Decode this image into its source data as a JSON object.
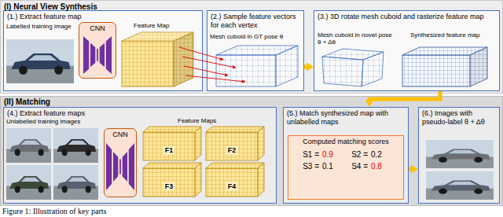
{
  "diagram": {
    "caption": "Figure 1: Illustration of key parts",
    "nodes": [
      {
        "text": [
          "(I) Neural View Synthesis"
        ]
      },
      {
        "text": [
          "(1.) Extract feature map"
        ],
        "in": 0
      },
      {
        "text": [
          "CNN"
        ],
        "in": 1
      },
      {
        "text": [
          "(2.) Sample feature vectors for each vertex"
        ],
        "in": 0
      },
      {
        "text": [
          "(3.) 3D rotate mesh cuboid and rasterize feature map"
        ],
        "in": 0
      },
      {
        "text": [
          "(II) Matching"
        ]
      },
      {
        "text": [
          "(4.) Extract feature maps"
        ],
        "in": 5
      },
      {
        "text": [
          "CNN"
        ],
        "in": 6
      },
      {
        "text": [
          "(5.) Match synthesized map with unlabelled maps"
        ],
        "in": 5
      },
      {
        "text": [
          "Computed matching scores",
          "S1 =",
          "0.9",
          "S2 =",
          "0.2",
          "S3 =",
          "0.1",
          "S4 =",
          "0.8"
        ],
        "in": 8
      },
      {
        "text": [
          "(6.) Images with pseudo-label θ + Δθ"
        ],
        "in": 5
      }
    ],
    "edges": [
      {
        "from": 3,
        "to": 4,
        "arrow": "to"
      },
      {
        "from": 4,
        "to": 8,
        "arrow": "to"
      },
      {
        "from": 8,
        "to": 10,
        "arrow": "to"
      }
    ],
    "labels": [
      "Labelled training image",
      "Feature Map",
      "Mesh cuboid in GT pose θ",
      "Mesh cuboid in novel pose θ + Δθ",
      "Synthesized feature map",
      "Unlabelled training images",
      "Feature Maps",
      "F1",
      "F2",
      "F3",
      "F4"
    ]
  }
}
